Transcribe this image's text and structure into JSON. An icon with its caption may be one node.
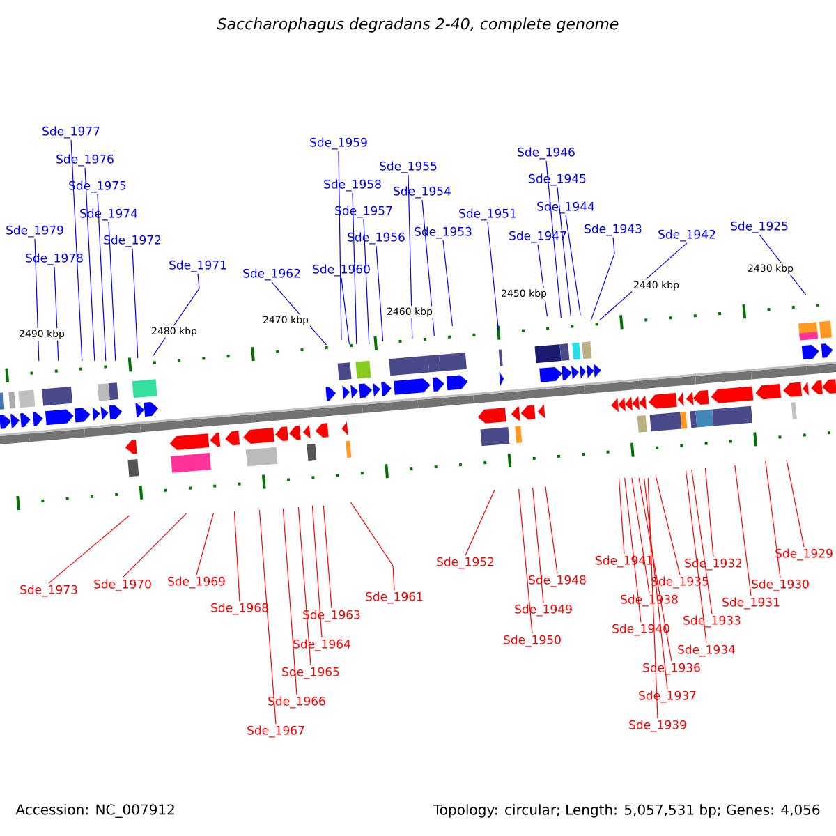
{
  "diagram": {
    "title": "Saccharophagus degradans 2-40, complete genome",
    "nodes": [
      {
        "text": [
          "Sde_1977"
        ]
      },
      {
        "text": [
          "Sde_1976"
        ]
      },
      {
        "text": [
          "Sde_1975"
        ]
      },
      {
        "text": [
          "Sde_1974"
        ]
      },
      {
        "text": [
          "Sde_1979"
        ]
      },
      {
        "text": [
          "Sde_1972"
        ]
      },
      {
        "text": [
          "Sde_1978"
        ]
      },
      {
        "text": [
          "Sde_1971"
        ]
      },
      {
        "text": [
          "Sde_1962"
        ]
      },
      {
        "text": [
          "Sde_1959"
        ]
      },
      {
        "text": [
          "Sde_1958"
        ]
      },
      {
        "text": [
          "Sde_1957"
        ]
      },
      {
        "text": [
          "Sde_1956"
        ]
      },
      {
        "text": [
          "Sde_1960"
        ]
      },
      {
        "text": [
          "Sde_1955"
        ]
      },
      {
        "text": [
          "Sde_1954"
        ]
      },
      {
        "text": [
          "Sde_1953"
        ]
      },
      {
        "text": [
          "Sde_1951"
        ]
      },
      {
        "text": [
          "Sde_1946"
        ]
      },
      {
        "text": [
          "Sde_1945"
        ]
      },
      {
        "text": [
          "Sde_1944"
        ]
      },
      {
        "text": [
          "Sde_1947"
        ]
      },
      {
        "text": [
          "Sde_1943"
        ]
      },
      {
        "text": [
          "Sde_1942"
        ]
      },
      {
        "text": [
          "Sde_1925"
        ]
      },
      {
        "text": [
          "Sde_1973"
        ]
      },
      {
        "text": [
          "Sde_1970"
        ]
      },
      {
        "text": [
          "Sde_1969"
        ]
      },
      {
        "text": [
          "Sde_1968"
        ]
      },
      {
        "text": [
          "Sde_1967"
        ]
      },
      {
        "text": [
          "Sde_1966"
        ]
      },
      {
        "text": [
          "Sde_1965"
        ]
      },
      {
        "text": [
          "Sde_1964"
        ]
      },
      {
        "text": [
          "Sde_1963"
        ]
      },
      {
        "text": [
          "Sde_1961"
        ]
      },
      {
        "text": [
          "Sde_1952"
        ]
      },
      {
        "text": [
          "Sde_1948"
        ]
      },
      {
        "text": [
          "Sde_1949"
        ]
      },
      {
        "text": [
          "Sde_1950"
        ]
      },
      {
        "text": [
          "Sde_1941"
        ]
      },
      {
        "text": [
          "Sde_1938"
        ]
      },
      {
        "text": [
          "Sde_1940"
        ]
      },
      {
        "text": [
          "Sde_1936"
        ]
      },
      {
        "text": [
          "Sde_1937"
        ]
      },
      {
        "text": [
          "Sde_1939"
        ]
      },
      {
        "text": [
          "Sde_1935"
        ]
      },
      {
        "text": [
          "Sde_1934"
        ]
      },
      {
        "text": [
          "Sde_1933"
        ]
      },
      {
        "text": [
          "Sde_1932"
        ]
      },
      {
        "text": [
          "Sde_1931"
        ]
      },
      {
        "text": [
          "Sde_1930"
        ]
      },
      {
        "text": [
          "Sde_1929"
        ]
      }
    ],
    "edges": [
      {
        "from": 0,
        "to": null,
        "arrow": "none",
        "color": "#0000ff"
      },
      {
        "from": 1,
        "to": null,
        "arrow": "none",
        "color": "#0000ff"
      },
      {
        "from": 2,
        "to": null,
        "arrow": "none",
        "color": "#0000ff"
      },
      {
        "from": 3,
        "to": null,
        "arrow": "none",
        "color": "#0000ff"
      },
      {
        "from": 4,
        "to": null,
        "arrow": "none",
        "color": "#0000ff"
      },
      {
        "from": 5,
        "to": null,
        "arrow": "none",
        "color": "#0000ff"
      },
      {
        "from": 6,
        "to": null,
        "arrow": "none",
        "color": "#0000ff"
      },
      {
        "from": 7,
        "to": null,
        "arrow": "none",
        "color": "#0000ff"
      },
      {
        "from": 8,
        "to": null,
        "arrow": "none",
        "color": "#0000ff"
      },
      {
        "from": 9,
        "to": null,
        "arrow": "none",
        "color": "#0000ff"
      },
      {
        "from": 10,
        "to": null,
        "arrow": "none",
        "color": "#0000ff"
      },
      {
        "from": 11,
        "to": null,
        "arrow": "none",
        "color": "#0000ff"
      },
      {
        "from": 12,
        "to": null,
        "arrow": "none",
        "color": "#0000ff"
      },
      {
        "from": 13,
        "to": null,
        "arrow": "none",
        "color": "#0000ff"
      },
      {
        "from": 14,
        "to": null,
        "arrow": "none",
        "color": "#0000ff"
      },
      {
        "from": 15,
        "to": null,
        "arrow": "none",
        "color": "#0000ff"
      },
      {
        "from": 16,
        "to": null,
        "arrow": "none",
        "color": "#0000ff"
      },
      {
        "from": 17,
        "to": null,
        "arrow": "none",
        "color": "#0000ff"
      },
      {
        "from": 18,
        "to": null,
        "arrow": "none",
        "color": "#0000ff"
      },
      {
        "from": 19,
        "to": null,
        "arrow": "none",
        "color": "#0000ff"
      },
      {
        "from": 20,
        "to": null,
        "arrow": "none",
        "color": "#0000ff"
      },
      {
        "from": 21,
        "to": null,
        "arrow": "none",
        "color": "#0000ff"
      },
      {
        "from": 22,
        "to": null,
        "arrow": "none",
        "color": "#0000ff"
      },
      {
        "from": 23,
        "to": null,
        "arrow": "none",
        "color": "#0000ff"
      },
      {
        "from": 24,
        "to": null,
        "arrow": "none",
        "color": "#0000ff"
      },
      {
        "from": 25,
        "to": null,
        "arrow": "none"
      },
      {
        "from": 26,
        "to": null,
        "arrow": "none"
      },
      {
        "from": 27,
        "to": null,
        "arrow": "none"
      },
      {
        "from": 28,
        "to": null,
        "arrow": "none"
      },
      {
        "from": 29,
        "to": null,
        "arrow": "none"
      },
      {
        "from": 30,
        "to": null,
        "arrow": "none"
      },
      {
        "from": 31,
        "to": null,
        "arrow": "none"
      },
      {
        "from": 32,
        "to": null,
        "arrow": "none"
      },
      {
        "from": 33,
        "to": null,
        "arrow": "none"
      },
      {
        "from": 34,
        "to": null,
        "arrow": "none"
      },
      {
        "from": 35,
        "to": null,
        "arrow": "none"
      },
      {
        "from": 36,
        "to": null,
        "arrow": "none"
      },
      {
        "from": 37,
        "to": null,
        "arrow": "none"
      },
      {
        "from": 38,
        "to": null,
        "arrow": "none"
      },
      {
        "from": 39,
        "to": null,
        "arrow": "none"
      },
      {
        "from": 40,
        "to": null,
        "arrow": "none"
      },
      {
        "from": 41,
        "to": null,
        "arrow": "none"
      },
      {
        "from": 42,
        "to": null,
        "arrow": "none"
      },
      {
        "from": 43,
        "to": null,
        "arrow": "none"
      },
      {
        "from": 44,
        "to": null,
        "arrow": "none"
      },
      {
        "from": 45,
        "to": null,
        "arrow": "none"
      },
      {
        "from": 46,
        "to": null,
        "arrow": "none"
      },
      {
        "from": 47,
        "to": null,
        "arrow": "none"
      },
      {
        "from": 48,
        "to": null,
        "arrow": "none"
      },
      {
        "from": 49,
        "to": null,
        "arrow": "none"
      },
      {
        "from": 50,
        "to": null,
        "arrow": "none"
      },
      {
        "from": 51,
        "to": null,
        "arrow": "none"
      }
    ],
    "labels": [
      "2490 kbp",
      "2480 kbp",
      "2470 kbp",
      "2460 kbp",
      "2450 kbp",
      "2440 kbp",
      "2430 kbp",
      "Accession: NC_007912",
      "Topology: circular; Length: 5,057,531 bp; Genes: 4,056"
    ]
  }
}
